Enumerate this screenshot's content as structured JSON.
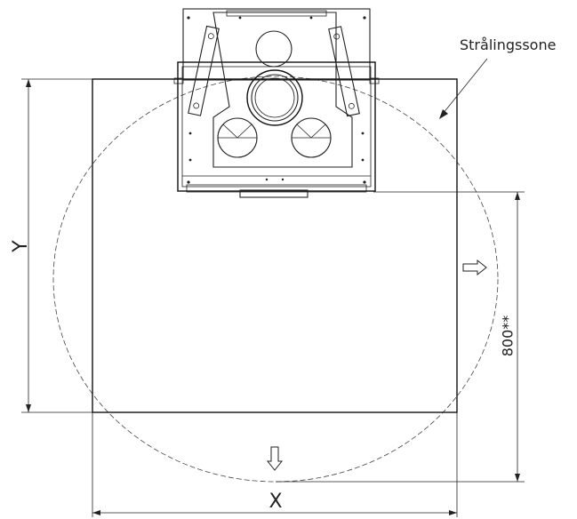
{
  "labels": {
    "radiation_zone": "Strålingssone",
    "width_dim": "X",
    "depth_dim": "Y",
    "distance_dim": "800**"
  },
  "colors": {
    "line": "#222222",
    "background": "#ffffff"
  },
  "icons": {
    "arrow_right": "outline-arrow-right-icon",
    "arrow_down": "outline-arrow-down-icon",
    "stove": "stove-top-view-icon"
  }
}
